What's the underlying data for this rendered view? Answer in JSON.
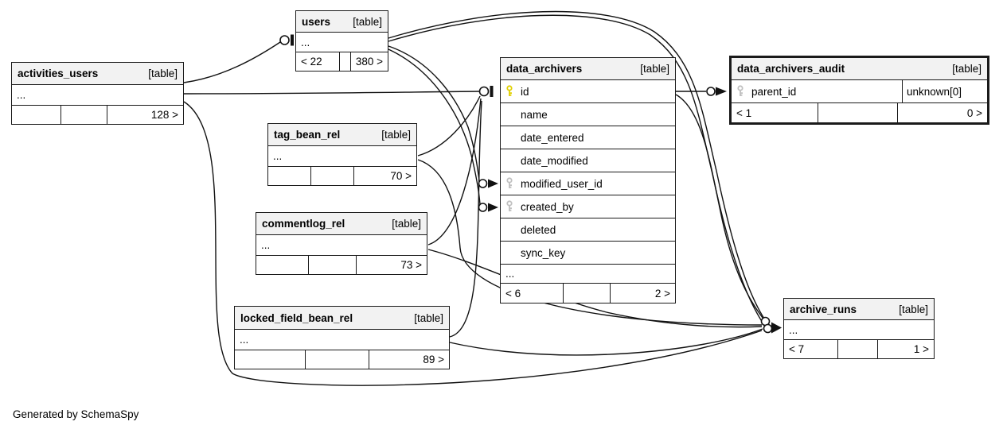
{
  "footer_note": "Generated by SchemaSpy",
  "colors": {
    "table_header_bg": "#f2f2f2",
    "table_border": "#1a1a1a",
    "primary_key_icon": "#e0d000",
    "foreign_key_icon": "#c0c0c0",
    "background": "#ffffff"
  },
  "tables": {
    "users": {
      "name": "users",
      "tag": "[table]",
      "ellipsis": "...",
      "footer": [
        "< 22",
        "",
        "380 >"
      ]
    },
    "activities_users": {
      "name": "activities_users",
      "tag": "[table]",
      "ellipsis": "...",
      "footer": [
        "",
        "",
        "128 >"
      ]
    },
    "tag_bean_rel": {
      "name": "tag_bean_rel",
      "tag": "[table]",
      "ellipsis": "...",
      "footer": [
        "",
        "",
        "70 >"
      ]
    },
    "commentlog_rel": {
      "name": "commentlog_rel",
      "tag": "[table]",
      "ellipsis": "...",
      "footer": [
        "",
        "",
        "73 >"
      ]
    },
    "locked_field_bean_rel": {
      "name": "locked_field_bean_rel",
      "tag": "[table]",
      "ellipsis": "...",
      "footer": [
        "",
        "",
        "89 >"
      ]
    },
    "data_archivers": {
      "name": "data_archivers",
      "tag": "[table]",
      "columns": [
        {
          "name": "id",
          "key": "primary"
        },
        {
          "name": "name",
          "key": "none"
        },
        {
          "name": "date_entered",
          "key": "none"
        },
        {
          "name": "date_modified",
          "key": "none"
        },
        {
          "name": "modified_user_id",
          "key": "foreign"
        },
        {
          "name": "created_by",
          "key": "foreign"
        },
        {
          "name": "deleted",
          "key": "none"
        },
        {
          "name": "sync_key",
          "key": "none"
        }
      ],
      "ellipsis": "...",
      "footer": [
        "< 6",
        "",
        "2 >"
      ]
    },
    "data_archivers_audit": {
      "name": "data_archivers_audit",
      "tag": "[table]",
      "columns": [
        {
          "name": "parent_id",
          "key": "foreign",
          "type_note": "unknown[0]"
        }
      ],
      "footer": [
        "< 1",
        "",
        "0 >"
      ]
    },
    "archive_runs": {
      "name": "archive_runs",
      "tag": "[table]",
      "ellipsis": "...",
      "footer": [
        "< 7",
        "",
        "1 >"
      ]
    }
  },
  "relationships": [
    {
      "from": "activities_users",
      "to": "users"
    },
    {
      "from": "activities_users",
      "to": "data_archivers.id"
    },
    {
      "from": "activities_users",
      "to": "archive_runs"
    },
    {
      "from": "users",
      "to": "data_archivers.modified_user_id"
    },
    {
      "from": "users",
      "to": "data_archivers.created_by"
    },
    {
      "from": "users",
      "to": "archive_runs"
    },
    {
      "from": "users",
      "to": "archive_runs"
    },
    {
      "from": "tag_bean_rel",
      "to": "data_archivers.id"
    },
    {
      "from": "tag_bean_rel",
      "to": "archive_runs"
    },
    {
      "from": "commentlog_rel",
      "to": "data_archivers.id"
    },
    {
      "from": "commentlog_rel",
      "to": "archive_runs"
    },
    {
      "from": "locked_field_bean_rel",
      "to": "data_archivers.id"
    },
    {
      "from": "locked_field_bean_rel",
      "to": "archive_runs"
    },
    {
      "from": "data_archivers.id",
      "to": "data_archivers_audit.parent_id"
    },
    {
      "from": "data_archivers.id",
      "to": "archive_runs"
    }
  ]
}
